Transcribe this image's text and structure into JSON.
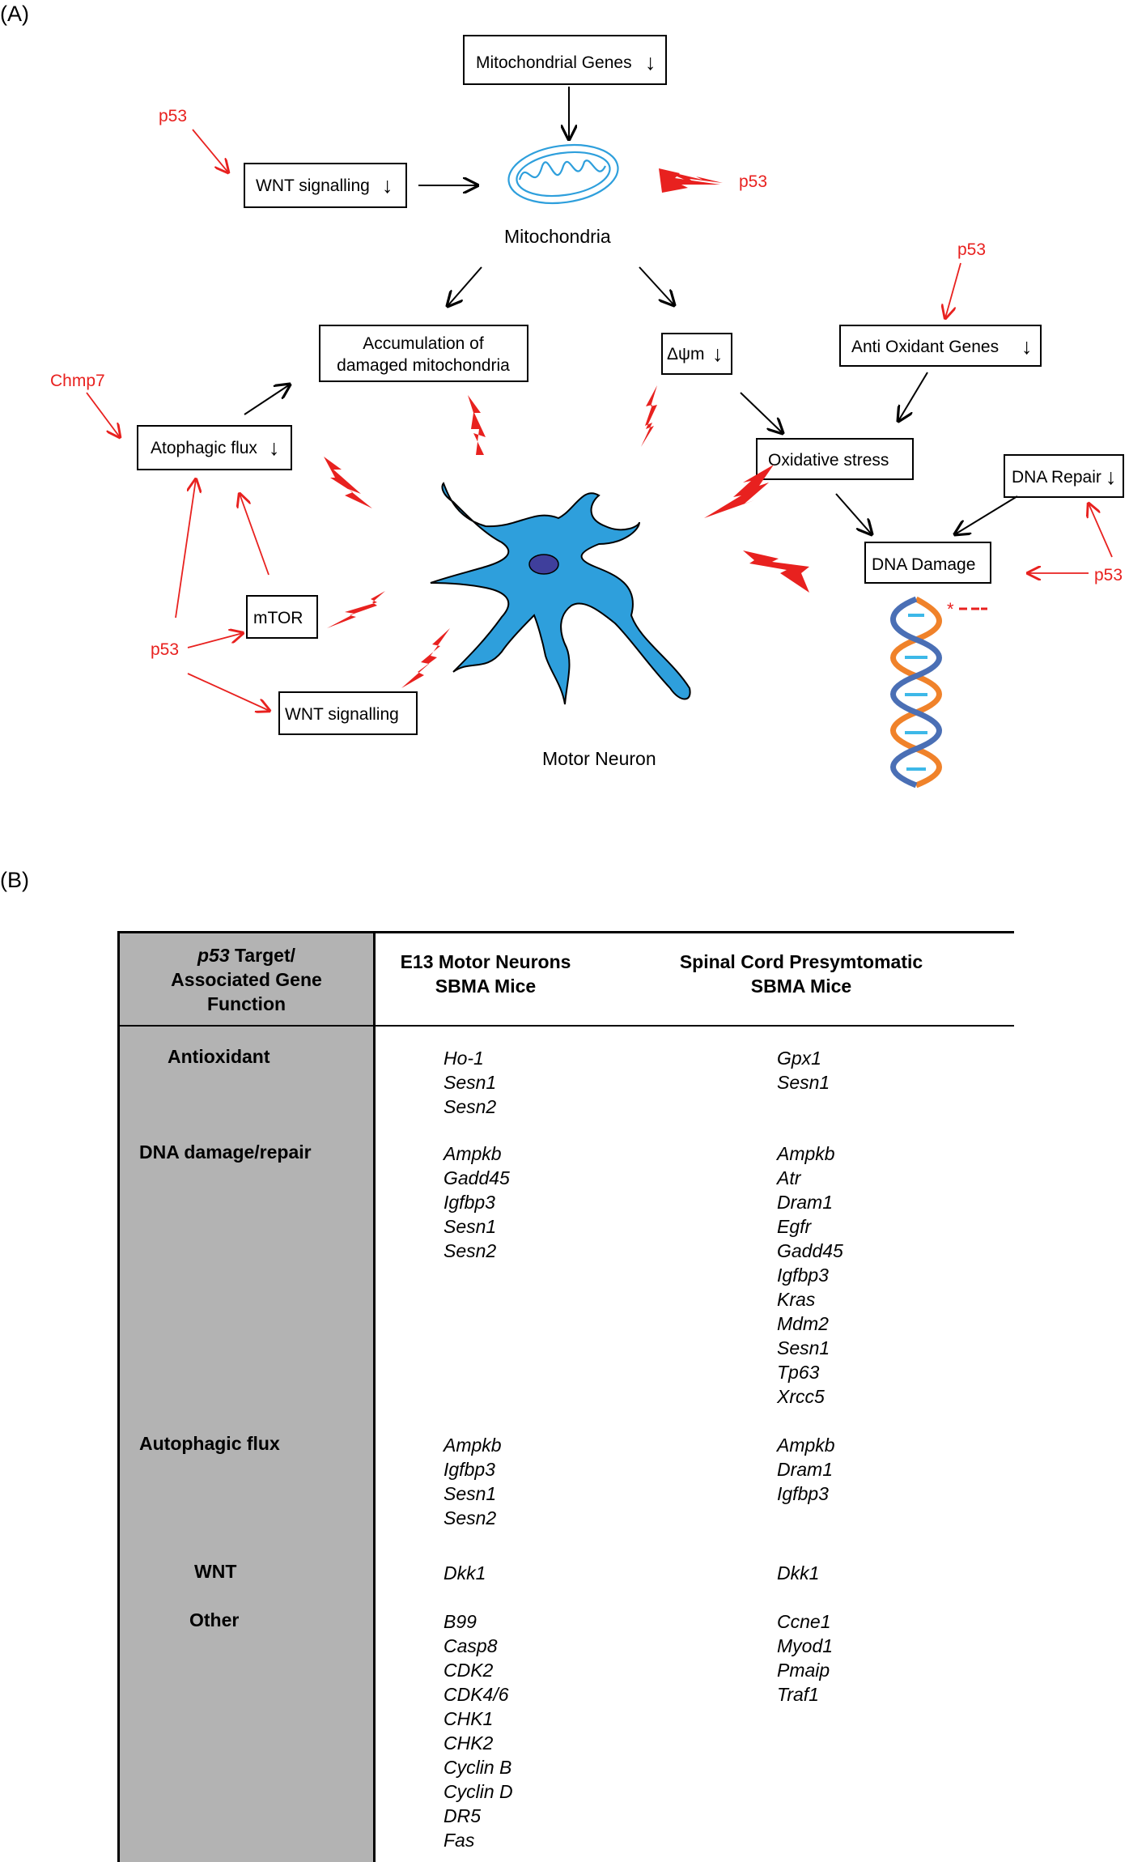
{
  "panel_a": {
    "label": "(A)",
    "mitochondrial_genes": "Mitochondrial Genes",
    "wnt_top": "WNT signalling",
    "mitochondria": "Mitochondria",
    "accumulation_l1": "Accumulation of",
    "accumulation_l2": "damaged mitochondria",
    "delta_psi": "Δψm",
    "anti_oxidant": "Anti Oxidant Genes",
    "autophagic_flux": "Atophagic flux",
    "oxidative_stress": "Oxidative stress",
    "dna_repair": "DNA Repair",
    "dna_damage": "DNA Damage",
    "mtor": "mTOR",
    "wnt_bottom": "WNT signalling",
    "motor_neuron": "Motor Neuron",
    "down_arrow": "↓",
    "p53": "p53",
    "chmp7": "Chmp7",
    "colors": {
      "red": "#e8211f",
      "neuron": "#2e9fdc",
      "nucleus": "#3f3f9c"
    }
  },
  "panel_b": {
    "label": "(B)",
    "header_col1_prefix": "p53",
    "header_col1_rest_l1": " Target/",
    "header_col1_l2": "Associated Gene",
    "header_col1_l3": "Function",
    "header_col2_l1": "E13 Motor Neurons",
    "header_col2_l2": "SBMA Mice",
    "header_col3_l1": "Spinal Cord Presymtomatic",
    "header_col3_l2": "SBMA Mice",
    "rows": [
      {
        "category": "Antioxidant",
        "e13": [
          "Ho-1",
          "Sesn1",
          "Sesn2"
        ],
        "spinal": [
          "Gpx1",
          "Sesn1"
        ]
      },
      {
        "category": "DNA damage/repair",
        "e13": [
          "Ampkb",
          "Gadd45",
          "Igfbp3",
          "Sesn1",
          "Sesn2"
        ],
        "spinal": [
          "Ampkb",
          "Atr",
          "Dram1",
          "Egfr",
          "Gadd45",
          "Igfbp3",
          "Kras",
          "Mdm2",
          "Sesn1",
          "Tp63",
          "Xrcc5"
        ]
      },
      {
        "category": "Autophagic flux",
        "e13": [
          "Ampkb",
          "Igfbp3",
          "Sesn1",
          "Sesn2"
        ],
        "spinal": [
          "Ampkb",
          "Dram1",
          "Igfbp3"
        ]
      },
      {
        "category": "WNT",
        "e13": [
          "Dkk1"
        ],
        "spinal": [
          "Dkk1"
        ]
      },
      {
        "category": "Other",
        "e13": [
          "B99",
          "Casp8",
          "CDK2",
          "CDK4/6",
          "CHK1",
          "CHK2",
          "Cyclin B",
          "Cyclin D",
          "DR5",
          "Fas"
        ],
        "spinal": [
          "Ccne1",
          "Myod1",
          "Pmaip",
          "Traf1"
        ]
      }
    ]
  }
}
